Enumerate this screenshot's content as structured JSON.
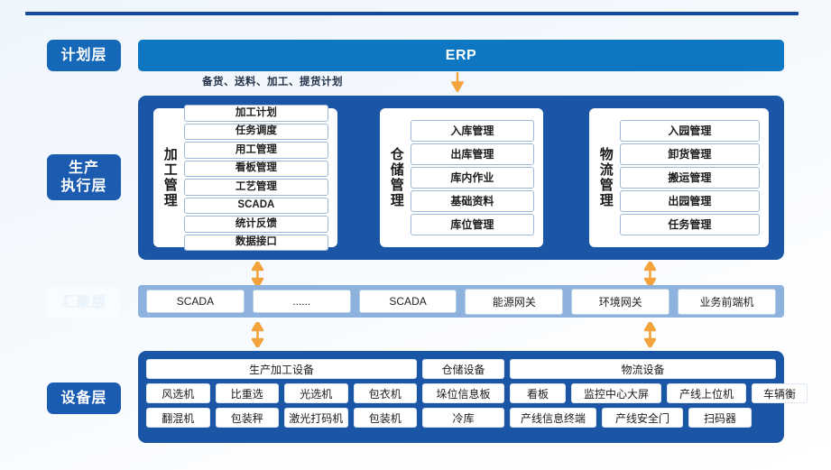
{
  "colors": {
    "brand_blue": "#1b55a6",
    "erp_blue": "#0d77c4",
    "chip_blue": "#1568b8",
    "conv_blue": "#8db2dd",
    "arrow_orange": "#f2a33c",
    "rule_navy": "#154a9e"
  },
  "layers": {
    "plan": "计划层",
    "execution": "生产\n执行层",
    "execution_line1": "生产",
    "execution_line2": "执行层",
    "convergence": "汇聚层",
    "device": "设备层"
  },
  "plan_layer": {
    "erp_label": "ERP",
    "note": "备货、送料、加工、提货计划",
    "arrow": "arrow-down-icon"
  },
  "execution_layer": {
    "columns": [
      {
        "title": "加工管理",
        "items": [
          "加工计划",
          "任务调度",
          "用工管理",
          "看板管理",
          "工艺管理",
          "SCADA",
          "统计反馈",
          "数据接口"
        ]
      },
      {
        "title": "仓储管理",
        "items": [
          "入库管理",
          "出库管理",
          "库内作业",
          "基础资料",
          "库位管理"
        ]
      },
      {
        "title": "物流管理",
        "items": [
          "入园管理",
          "卸货管理",
          "搬运管理",
          "出园管理",
          "任务管理"
        ]
      }
    ]
  },
  "convergence_layer": {
    "items": [
      "SCADA",
      "......",
      "SCADA",
      "能源网关",
      "环境网关",
      "业务前端机"
    ]
  },
  "device_layer": {
    "groups": [
      {
        "caption": "生产加工设备",
        "row1": [
          "风选机",
          "比重选",
          "光选机",
          "包衣机"
        ],
        "row2": [
          "翻混机",
          "包装秤",
          "激光打码机",
          "包装机"
        ]
      },
      {
        "caption": "仓储设备",
        "row1": [
          "垛位信息板"
        ],
        "row2": [
          "冷库"
        ]
      },
      {
        "caption": "物流设备",
        "row1": [
          "看板",
          "监控中心大屏",
          "产线上位机",
          "车辆衡"
        ],
        "row2": [
          "产线信息终端",
          "产线安全门",
          "扫码器"
        ]
      }
    ]
  },
  "connectors": {
    "bidirectional": "arrow-up-down-icon",
    "count": 4
  }
}
